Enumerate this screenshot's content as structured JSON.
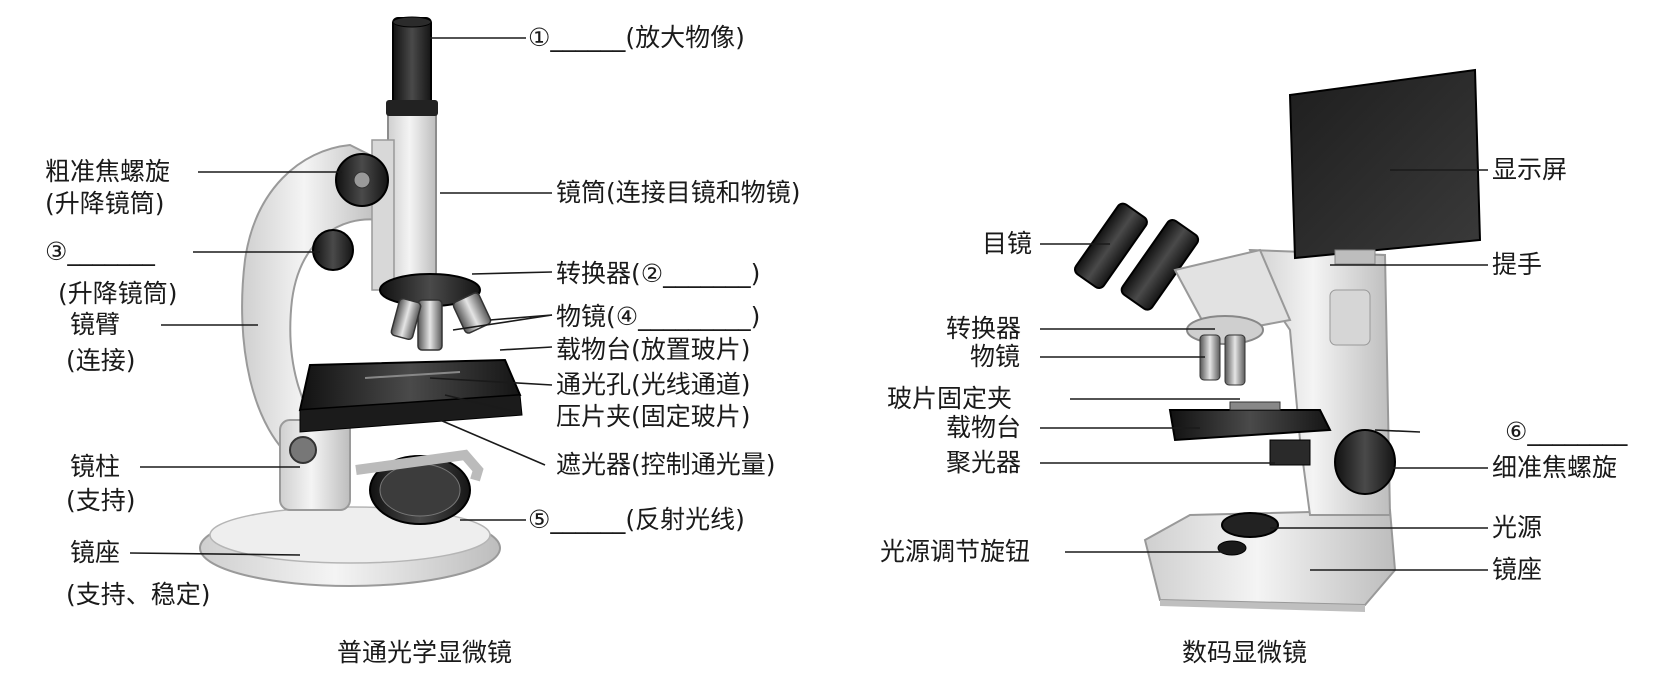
{
  "left": {
    "caption": "普通光学显微镜",
    "labels": {
      "eyepiece": "①______(放大物像)",
      "coarse_1": "粗准焦螺旋",
      "coarse_2": "(升降镜筒)",
      "tube": "镜筒(连接目镜和物镜)",
      "fine_1": "③_______",
      "fine_2": "(升降镜筒)",
      "arm_1": "镜臂",
      "arm_2": "(连接)",
      "nosepiece": "转换器(②_______)",
      "objective": "物镜(④_________)",
      "stage": "载物台(放置玻片)",
      "aperture": "通光孔(光线通道)",
      "clip": "压片夹(固定玻片)",
      "diaphragm": "遮光器(控制通光量)",
      "pillar_1": "镜柱",
      "pillar_2": "(支持)",
      "mirror": "⑤______(反射光线)",
      "base_1": "镜座",
      "base_2": "(支持、稳定)"
    }
  },
  "right": {
    "caption": "数码显微镜",
    "labels": {
      "screen": "显示屏",
      "eyepiece": "目镜",
      "handle": "提手",
      "nosepiece": "转换器",
      "objective": "物镜",
      "clip": "玻片固定夹",
      "stage": "载物台",
      "condenser": "聚光器",
      "blank6": "⑥________",
      "fine": "细准焦螺旋",
      "light": "光源",
      "knob": "光源调节旋钮",
      "base": "镜座"
    }
  }
}
